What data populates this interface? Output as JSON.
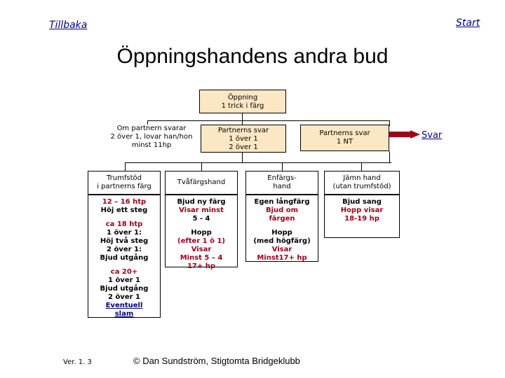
{
  "nav": {
    "back_label": "Tillbaka",
    "start_label": "Start",
    "answer_label": "Svar"
  },
  "title": "Öppningshandens andra bud",
  "root": {
    "line1": "Öppning",
    "line2": "1 trick i färg"
  },
  "branches": {
    "left_note": {
      "line1": "Om partnern svarar",
      "line2": "2 över 1, lovar han/hon",
      "line3": "minst 11hp"
    },
    "middle": {
      "line1": "Partnerns svar",
      "line2": "1 över 1",
      "line3": "2 över 1"
    },
    "right": {
      "line1": "Partnerns svar",
      "line2": "1 NT"
    }
  },
  "columns": [
    {
      "header": [
        "Trumfstöd",
        "i partnerns färg"
      ],
      "items": [
        {
          "text": [
            "12 – 16 htp",
            "Höj ett steg"
          ]
        },
        {
          "text": [
            "ca 18 htp",
            "1 över 1:",
            "Höj två steg",
            "2 över 1:",
            "Bjud utgång"
          ]
        },
        {
          "text": [
            "ca 20+",
            "1 över 1",
            "Bjud utgång",
            "2 över 1"
          ],
          "extra": [
            "Eventuell",
            "slam"
          ]
        }
      ]
    },
    {
      "header": [
        "Tvåfärgshand"
      ],
      "items": [
        {
          "text": [
            "Bjud ny färg",
            "Visar minst",
            "5 - 4"
          ]
        },
        {
          "text": [
            "Hopp",
            "(efter 1 ö 1)",
            "Visar",
            "Minst 5 – 4",
            "17+ hp"
          ]
        }
      ]
    },
    {
      "header": [
        "Enfärgs-",
        "hand"
      ],
      "items": [
        {
          "text": [
            "Egen långfärg",
            "Bjud om",
            "färgen"
          ]
        },
        {
          "text": [
            "Hopp",
            "(med högfärg)",
            "Visar",
            "Minst17+ hp"
          ]
        }
      ]
    },
    {
      "header": [
        "Jämn hand",
        "(utan trumfstöd)"
      ],
      "items": [
        {
          "text": [
            "Bjud sang",
            "Hopp visar",
            "18-19 hp"
          ]
        }
      ]
    }
  ],
  "footer": {
    "version": "Ver. 1. 3",
    "copyright": "© Dan Sundström, Stigtomta Bridgeklubb"
  },
  "colors": {
    "box_fill": "#fbe7c3",
    "accent_red": "#a0001a",
    "link_blue": "#000080"
  }
}
